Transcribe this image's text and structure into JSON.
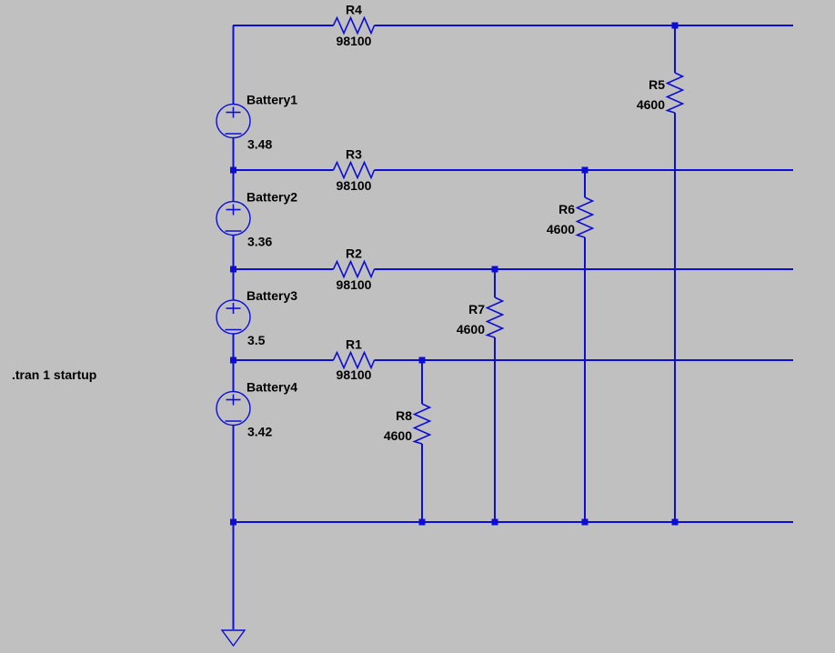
{
  "colors": {
    "background": "#c0c0c0",
    "wire": "#0d0dd8",
    "text": "#000000"
  },
  "spice_directive": ".tran 1 startup",
  "batteries": [
    {
      "name": "Battery1",
      "value": "3.48"
    },
    {
      "name": "Battery2",
      "value": "3.36"
    },
    {
      "name": "Battery3",
      "value": "3.5"
    },
    {
      "name": "Battery4",
      "value": "3.42"
    }
  ],
  "resistors_series": [
    {
      "name": "R4",
      "value": "98100"
    },
    {
      "name": "R3",
      "value": "98100"
    },
    {
      "name": "R2",
      "value": "98100"
    },
    {
      "name": "R1",
      "value": "98100"
    }
  ],
  "resistors_shunt": [
    {
      "name": "R5",
      "value": "4600"
    },
    {
      "name": "R6",
      "value": "4600"
    },
    {
      "name": "R7",
      "value": "4600"
    },
    {
      "name": "R8",
      "value": "4600"
    }
  ]
}
